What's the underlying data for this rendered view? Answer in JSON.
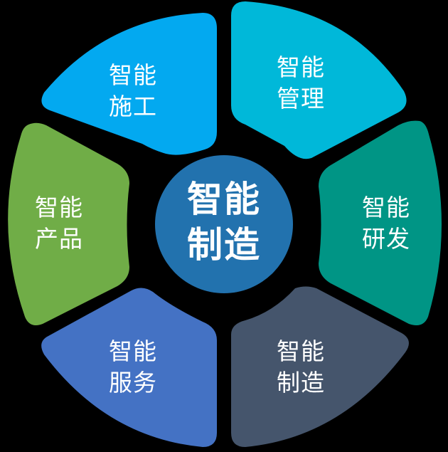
{
  "diagram": {
    "center": {
      "line1": "智能",
      "line2": "制造",
      "color": "#2272AE"
    },
    "segments": [
      {
        "id": "construction",
        "line1": "智能",
        "line2": "施工",
        "color": "#03A9F0"
      },
      {
        "id": "management",
        "line1": "智能",
        "line2": "管理",
        "color": "#00B8D9"
      },
      {
        "id": "rnd",
        "line1": "智能",
        "line2": "研发",
        "color": "#009585"
      },
      {
        "id": "manufacturing",
        "line1": "智能",
        "line2": "制造",
        "color": "#45556C"
      },
      {
        "id": "service",
        "line1": "智能",
        "line2": "服务",
        "color": "#4472C4"
      },
      {
        "id": "product",
        "line1": "智能",
        "line2": "产品",
        "color": "#70AD47"
      }
    ],
    "background": "#000000"
  }
}
